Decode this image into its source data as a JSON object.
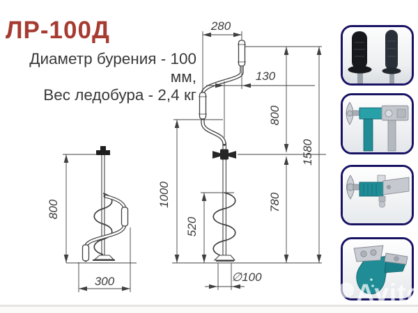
{
  "title": "ЛР-100Д",
  "specs": {
    "line1": "Диаметр бурения - 100 мм,",
    "line2": "Вес ледобура - 2,4 кг"
  },
  "drawings": {
    "assembled": {
      "crank_width": "280",
      "handle_offset": "130",
      "upper_section": "800",
      "total_length": "1580",
      "shaft_length": "1000",
      "auger_length": "520",
      "lower_section": "780",
      "bore_diameter": "∅100"
    },
    "folded": {
      "folded_height": "800",
      "folded_width": "300"
    }
  },
  "insets": [
    {
      "icon": "rubber-handles-photo"
    },
    {
      "icon": "handle-clamp-photo"
    },
    {
      "icon": "folding-lock-photo"
    },
    {
      "icon": "blade-head-photo"
    }
  ],
  "watermark": {
    "text": "Avito"
  },
  "colors": {
    "accent_red": "#a63b31",
    "line_color": "#3f3f3f",
    "teal": "#1f8c96",
    "inset_border": "#181263"
  }
}
